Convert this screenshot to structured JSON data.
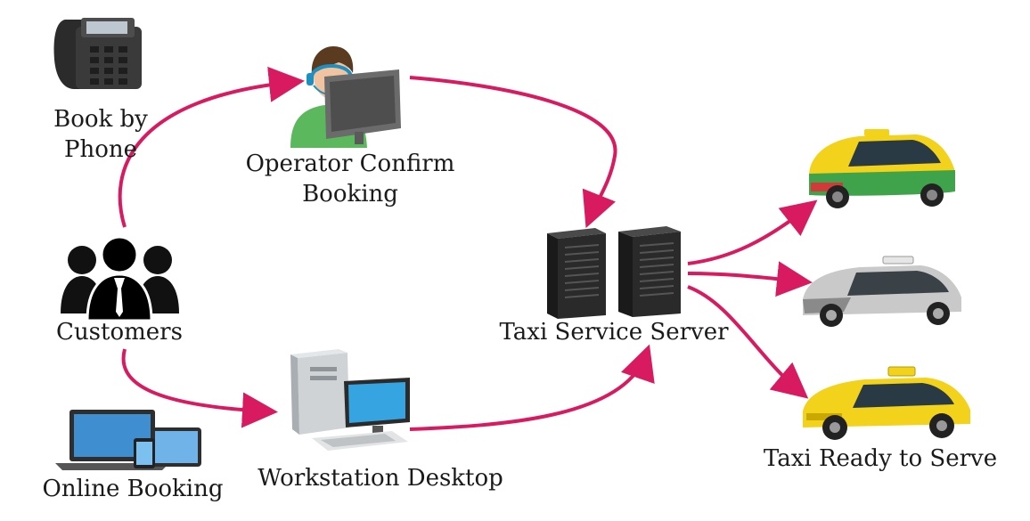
{
  "diagram": {
    "nodes": {
      "phone": {
        "label_line1": "Book by",
        "label_line2": "Phone",
        "icon": "desk-phone-icon"
      },
      "customers": {
        "label": "Customers",
        "icon": "people-group-icon"
      },
      "online": {
        "label": "Online Booking",
        "icon": "laptop-tablet-phone-icon"
      },
      "operator": {
        "label_line1": "Operator Confirm",
        "label_line2": "Booking",
        "icon": "headset-operator-icon"
      },
      "workstation": {
        "label": "Workstation Desktop",
        "icon": "desktop-computer-icon"
      },
      "server": {
        "label": "Taxi Service Server",
        "icon": "server-racks-icon"
      },
      "taxis": {
        "label": "Taxi Ready to Serve",
        "icons": [
          "taxi-green-yellow-icon",
          "taxi-silver-icon",
          "taxi-yellow-icon"
        ]
      }
    },
    "edges": [
      {
        "from": "customers",
        "to": "operator"
      },
      {
        "from": "operator",
        "to": "server"
      },
      {
        "from": "customers",
        "to": "workstation"
      },
      {
        "from": "workstation",
        "to": "server"
      },
      {
        "from": "server",
        "to": "taxi-1"
      },
      {
        "from": "server",
        "to": "taxi-2"
      },
      {
        "from": "server",
        "to": "taxi-3"
      }
    ],
    "colors": {
      "arrow": "#d81b60",
      "taxi_yellow": "#f2d21b",
      "taxi_green": "#3ea34a",
      "taxi_silver": "#c9c9c9",
      "server": "#2a2a2a",
      "operator_shirt": "#5cb85c"
    }
  }
}
